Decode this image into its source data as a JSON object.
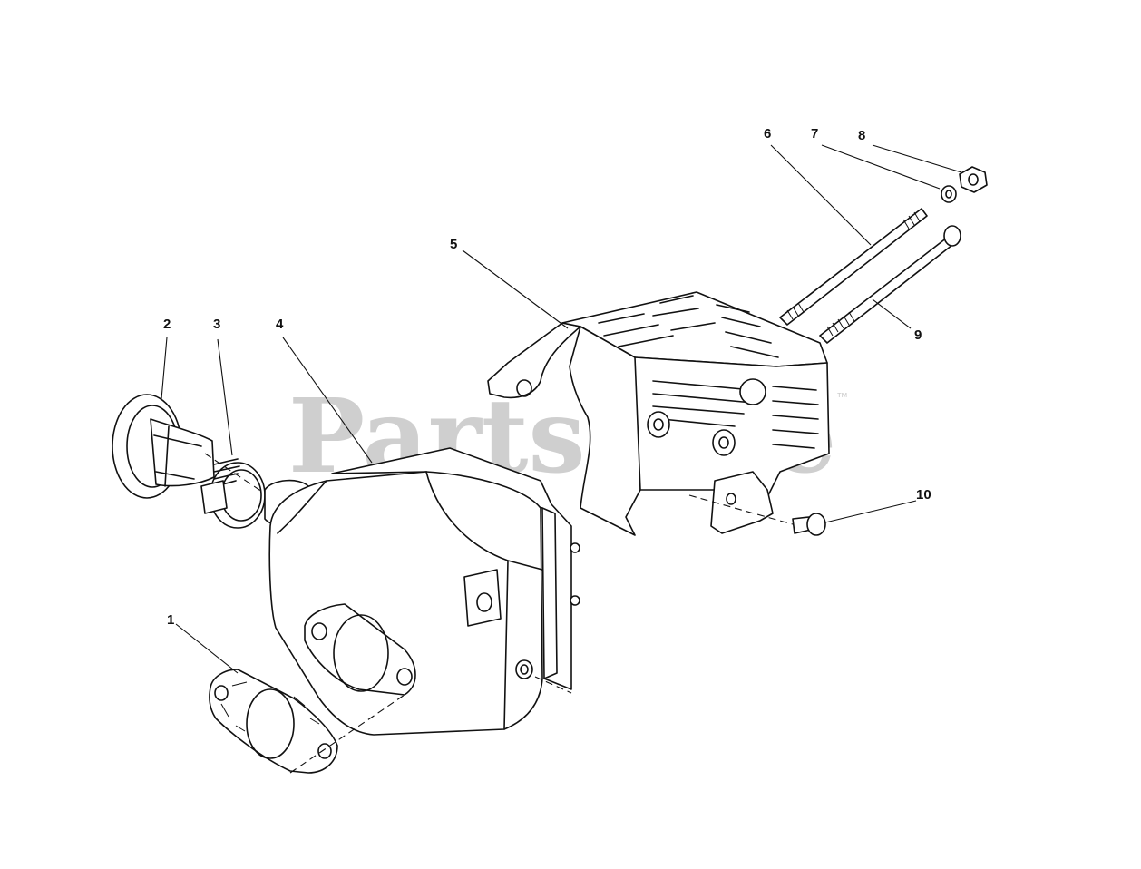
{
  "watermark": {
    "text": "PartsTree",
    "trademark": "™"
  },
  "callouts": {
    "c1": "1",
    "c2": "2",
    "c3": "3",
    "c4": "4",
    "c5": "5",
    "c6": "6",
    "c7": "7",
    "c8": "8",
    "c9": "9",
    "c10": "10"
  },
  "colors": {
    "line": "#111111",
    "watermark": "#cfcfcf",
    "background": "#ffffff"
  }
}
